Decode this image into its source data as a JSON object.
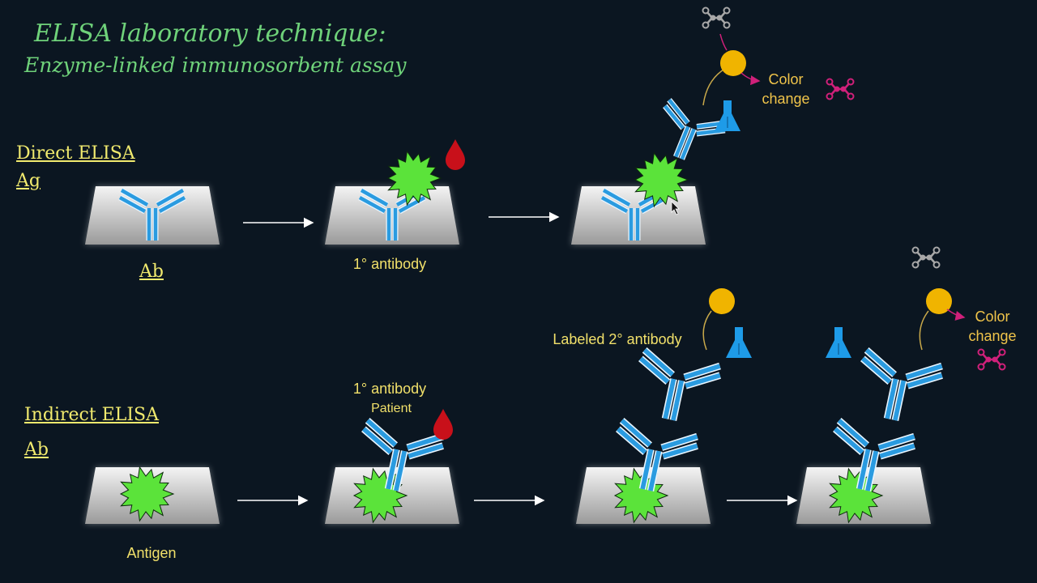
{
  "title": {
    "line1": "ELISA laboratory technique:",
    "line2": "Enzyme-linked immunosorbent assay"
  },
  "direct": {
    "heading": "Direct ELISA",
    "target": "Ag",
    "plate_label": "Ab",
    "step2_label": "1° antibody",
    "color_change": "Color change"
  },
  "indirect": {
    "heading": "Indirect ELISA",
    "target": "Ab",
    "plate_label": "Antigen",
    "step2_label_1": "1° antibody",
    "step2_label_2": "Patient",
    "step3_label": "Labeled 2° antibody",
    "color_change": "Color change"
  },
  "colors": {
    "background": "#0b1621",
    "title": "#6fd27a",
    "heading": "#f1ea6e",
    "antibody": "#2a9be0",
    "antigen": "#5be33a",
    "enzyme": "#f0b400",
    "blood": "#c8101a",
    "product": "#d0207a",
    "substrate": "#a8a8a8"
  }
}
